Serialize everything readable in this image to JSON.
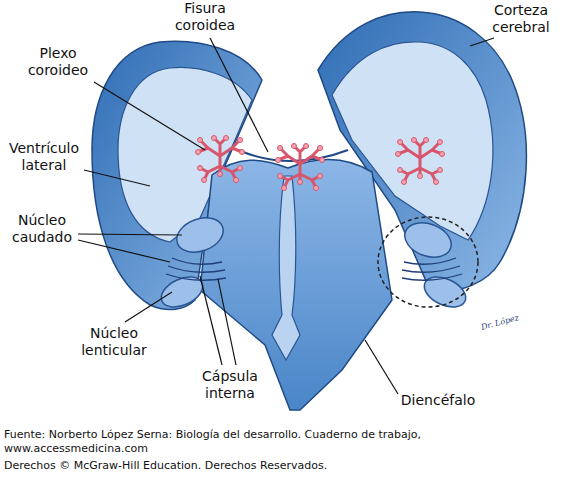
{
  "diagram": {
    "caption": "Fuente: Norberto López Serna: Biología del desarrollo. Cuaderno de trabajo, www.accessmedicina.com",
    "labels": [
      "Fisura coroidea",
      "Corteza cerebral",
      "Plexo coroideo",
      "Ventrículo lateral",
      "Núcleo caudado",
      "Núcleo lenticular",
      "Cápsula interna",
      "Diencéfalo",
      "Dr. López",
      "Derechos © McGraw-Hill Education. Derechos Reservados."
    ]
  }
}
